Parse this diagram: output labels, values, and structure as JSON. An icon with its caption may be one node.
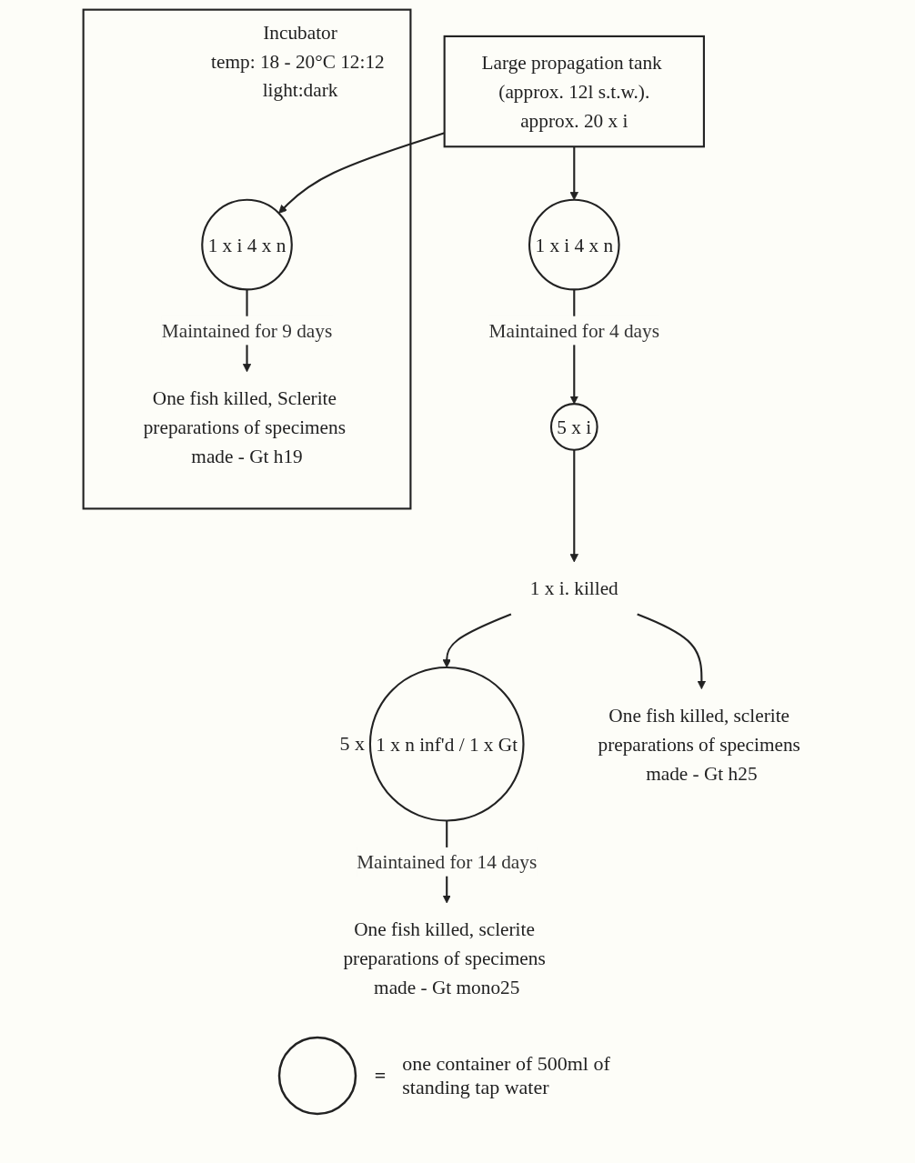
{
  "diagram": {
    "nodes": [
      {
        "text": [
          "Large propagation tank (approx. 12l s.t.w.).",
          "approx. 20 x i"
        ]
      },
      {
        "text": [
          "1 x i 4 x n"
        ]
      },
      {
        "text": [
          "Incubator",
          "temp: 18 - 20°C 12:12 light:dark"
        ]
      },
      {
        "text": [
          "1 x i 4 x n"
        ],
        "in": 2
      },
      {
        "text": [
          "One fish killed, Sclerite preparations of specimens made - Gt h19"
        ],
        "in": 2
      },
      {
        "text": [
          "5 x i"
        ]
      },
      {
        "text": [
          "1 x i. killed"
        ]
      },
      {
        "text": [
          "1 x n inf'd / 1 x Gt"
        ],
        "beside": [
          "5 x"
        ]
      },
      {
        "text": [
          "One fish killed, sclerite preparations of specimens made - Gt h25"
        ]
      },
      {
        "text": [
          "One fish killed, sclerite preparations of specimens made - Gt mono25"
        ]
      }
    ],
    "edges": [
      {
        "from": 0,
        "to": 1,
        "arrow": "to"
      },
      {
        "from": 0,
        "to": 3,
        "arrow": "to"
      },
      {
        "from": 1,
        "to": 5,
        "arrow": "to",
        "label": "Maintained for 4 days"
      },
      {
        "from": 3,
        "to": 4,
        "arrow": "to",
        "label": "Maintained for 9 days"
      },
      {
        "from": 5,
        "to": 6,
        "arrow": "to"
      },
      {
        "from": 6,
        "to": 7,
        "arrow": "to"
      },
      {
        "from": 6,
        "to": 8,
        "arrow": "to"
      },
      {
        "from": 7,
        "to": 9,
        "arrow": "to",
        "label": "Maintained for 14 days"
      }
    ],
    "labels": [
      "="
    ],
    "legend": [
      {
        "text": "one container of 500ml of standing tap water"
      }
    ]
  }
}
